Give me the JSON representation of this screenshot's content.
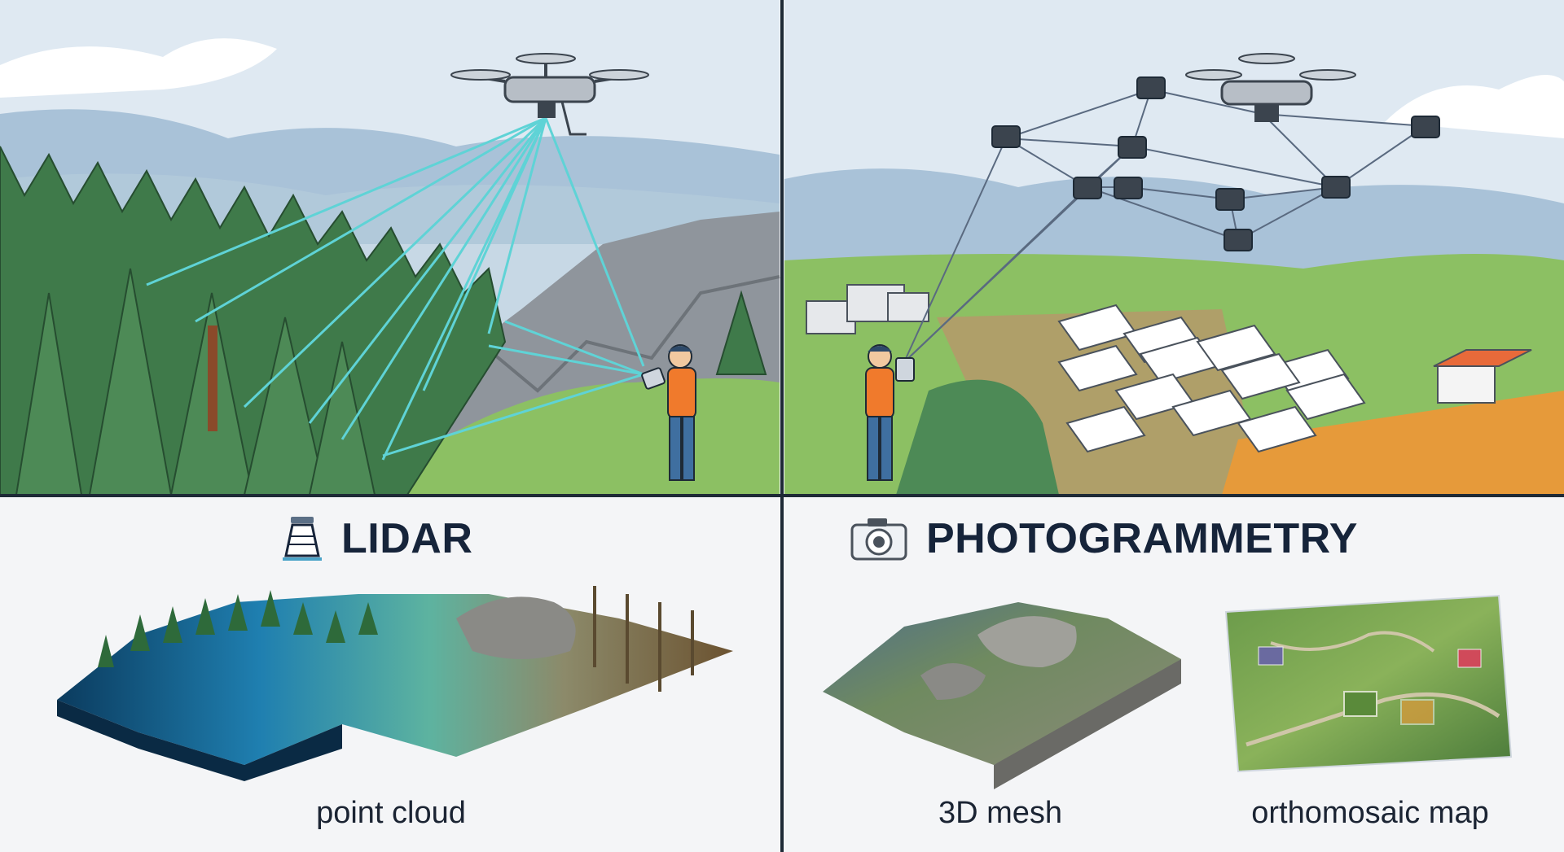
{
  "lidar": {
    "title": "LIDAR",
    "icon": "lidar-scanner-icon",
    "output_caption": "point cloud"
  },
  "photogrammetry": {
    "title": "PHOTOGRAMMETRY",
    "icon": "camera-icon",
    "output_captions": [
      "3D mesh",
      "orthomosaic map"
    ]
  },
  "colors": {
    "laser_beam": "#5fd3d6",
    "operator_shirt": "#f07a2c",
    "operator_pants": "#3f6fa0",
    "sky": "#dfe9f2",
    "forest": "#3f7a4a",
    "grass": "#8cc063",
    "heading_text": "#16243a"
  }
}
